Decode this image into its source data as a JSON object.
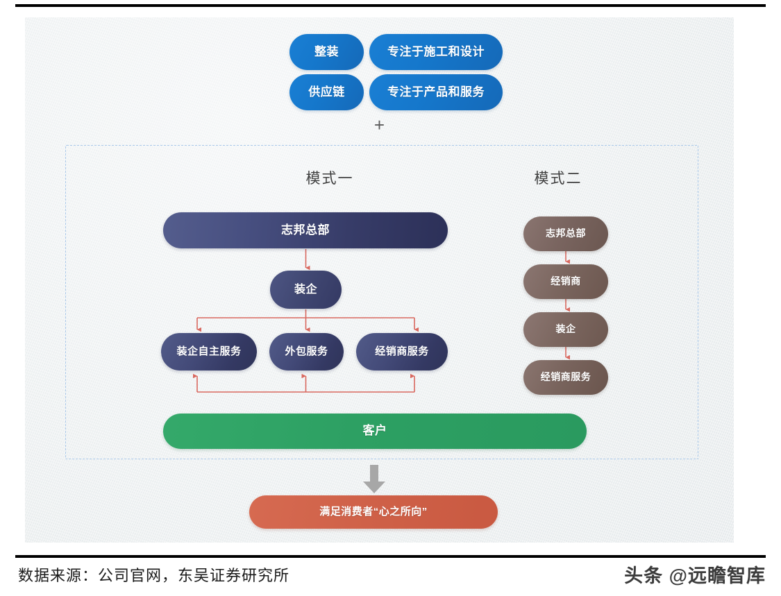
{
  "figure": {
    "top_tags": [
      {
        "id": "zhengzhuang",
        "label": "整装"
      },
      {
        "id": "gongyinglian",
        "label": "供应链"
      },
      {
        "id": "shigong",
        "label": "专注于施工和设计"
      },
      {
        "id": "chanpin",
        "label": "专注于产品和服务"
      }
    ],
    "plus_symbol": "+",
    "columns": [
      {
        "id": "mode1",
        "title": "模式一",
        "nodes": [
          {
            "id": "m1-hq",
            "label": "志邦总部"
          },
          {
            "id": "m1-zhuangqi",
            "label": "装企"
          },
          {
            "id": "m1-leaf-1",
            "label": "装企自主服务"
          },
          {
            "id": "m1-leaf-2",
            "label": "外包服务"
          },
          {
            "id": "m1-leaf-3",
            "label": "经销商服务"
          }
        ]
      },
      {
        "id": "mode2",
        "title": "模式二",
        "nodes": [
          {
            "id": "m2-hq",
            "label": "志邦总部"
          },
          {
            "id": "m2-jxs",
            "label": "经销商"
          },
          {
            "id": "m2-zq",
            "label": "装企"
          },
          {
            "id": "m2-jxsfw",
            "label": "经销商服务"
          }
        ]
      }
    ],
    "customer_bar": {
      "label": "客户"
    },
    "outcome_bar": {
      "label": "满足消费者“心之所向”"
    },
    "icons": {
      "down_arrow": "gray-down-arrow-icon"
    }
  },
  "footer": {
    "source": "数据来源：公司官网，东吴证券研究所",
    "watermark": "头条 @远瞻智库"
  },
  "colors": {
    "accent_blue": "#1577cb",
    "navy": "#353a64",
    "brown": "#7a6560",
    "green": "#2da063",
    "orange": "#cf6148",
    "connector_red": "#d9685f",
    "dashed_border": "#a9c8ea",
    "canvas": "#eef1f2"
  }
}
